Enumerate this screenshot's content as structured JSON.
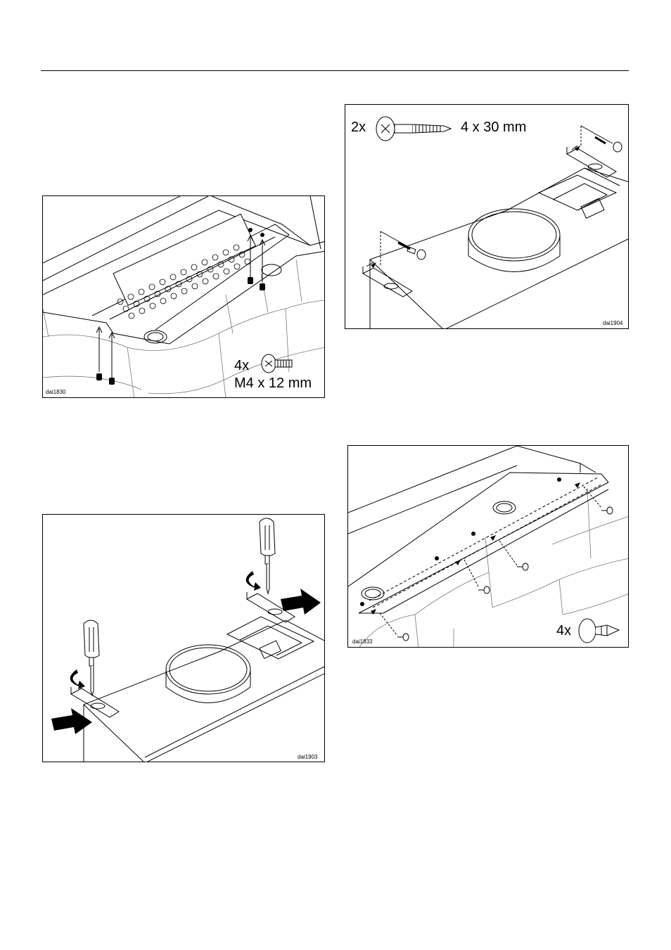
{
  "figures": [
    {
      "id": "dai1830",
      "code": "dai1830",
      "quantity": "4x",
      "spec": "M4 x 12 mm"
    },
    {
      "id": "dai1904",
      "code": "dai1904",
      "quantity": "2x",
      "spec": "4 x 30 mm"
    },
    {
      "id": "dai1903",
      "code": "dai1903"
    },
    {
      "id": "dai1833",
      "code": "dai1833",
      "quantity": "4x"
    }
  ]
}
